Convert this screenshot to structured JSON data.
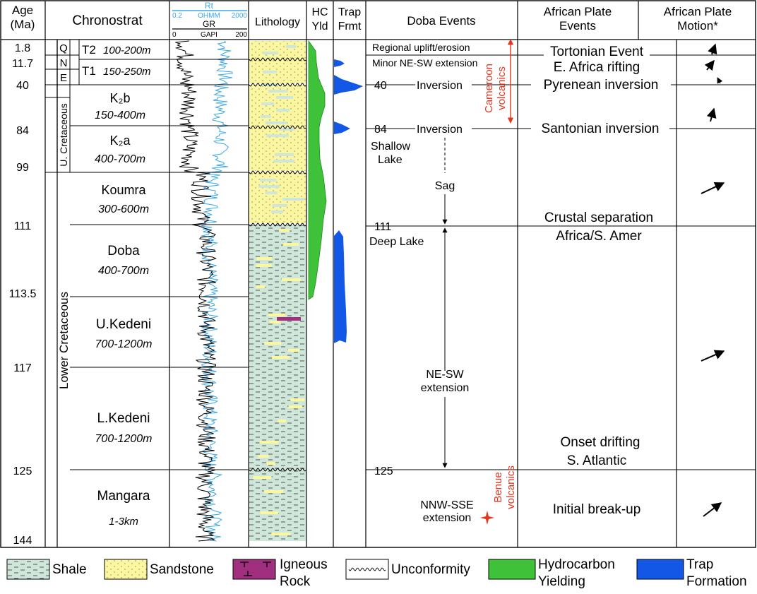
{
  "headers": {
    "age": [
      "Age",
      "(Ma)"
    ],
    "chronostrat": "Chronostrat",
    "log_rt": "Rt",
    "log_rt_min": "0.2",
    "log_rt_unit": "OHMM",
    "log_rt_max": "2000",
    "log_gr": "GR",
    "log_gr_min": "0",
    "log_gr_unit": "GAPI",
    "log_gr_max": "200",
    "lithology": "Lithology",
    "hc": [
      "HC",
      "Yld"
    ],
    "trap": [
      "Trap",
      "Frmt"
    ],
    "doba_events": "Doba Events",
    "african_plate_events": [
      "African Plate",
      "Events"
    ],
    "african_plate_motion": [
      "African Plate",
      "Motion*"
    ]
  },
  "ages": [
    "1.8",
    "11.7",
    "40",
    "84",
    "99",
    "111",
    "113.5",
    "117",
    "125",
    "144"
  ],
  "periods": {
    "q": "Q",
    "n": "N",
    "e": "E",
    "u_cret": "U. Cretaceous",
    "l_cret": "Lower Cretaceous"
  },
  "units": [
    {
      "name": "T2",
      "thickness": "100-200m"
    },
    {
      "name": "T1",
      "thickness": "150-250m"
    },
    {
      "name": "K₂b",
      "thickness": "150-400m"
    },
    {
      "name": "K₂a",
      "thickness": "400-700m"
    },
    {
      "name": "Koumra",
      "thickness": "300-600m"
    },
    {
      "name": "Doba",
      "thickness": "400-700m"
    },
    {
      "name": "U.Kedeni",
      "thickness": "700-1200m"
    },
    {
      "name": "L.Kedeni",
      "thickness": "700-1200m"
    },
    {
      "name": "Mangara",
      "thickness": "1-3km"
    }
  ],
  "doba_events": {
    "regional_uplift": "Regional uplift/erosion",
    "minor_extension": "Minor NE-SW extension",
    "inv40_age": "40",
    "inv40_label": "Inversion",
    "inv84_age": "84",
    "inv84_label": "Inversion",
    "shallow_lake": [
      "Shallow",
      "Lake"
    ],
    "sag": "Sag",
    "age111": "111",
    "deep_lake": "Deep Lake",
    "ne_sw_extension": [
      "NE-SW",
      "extension"
    ],
    "age125": "125",
    "nnw_sse_extension": [
      "NNW-SSE",
      "extension"
    ],
    "cameroon_volcanics": [
      "Cameroon",
      "volcanics"
    ],
    "benue_volcanics": [
      "Benue",
      "volcanics"
    ]
  },
  "plate_events": {
    "tortonian": "Tortonian Event",
    "ea_rifting": "E. Africa rifting",
    "pyrenean": "Pyrenean inversion",
    "santonian": "Santonian inversion",
    "crustal_separation": [
      "Crustal separation",
      "Africa/S. Amer"
    ],
    "onset_drifting": [
      "Onset drifting",
      "S. Atlantic"
    ],
    "initial_breakup": "Initial break-up"
  },
  "legend": {
    "shale": "Shale",
    "sandstone": "Sandstone",
    "igneous": [
      "Igneous",
      "Rock"
    ],
    "unconformity": "Unconformity",
    "hydrocarbon": [
      "Hydrocarbon",
      "Yielding"
    ],
    "trap": [
      "Trap",
      "Formation"
    ]
  },
  "colors": {
    "shale": "#cfe6da",
    "sandstone": "#fbf6a0",
    "igneous": "#a0307f",
    "hydrocarbon": "#3fc23a",
    "trap": "#1357e6",
    "rt_log": "#3aa7e6",
    "gr_log": "#000000",
    "volcanics": "#e8341c"
  }
}
